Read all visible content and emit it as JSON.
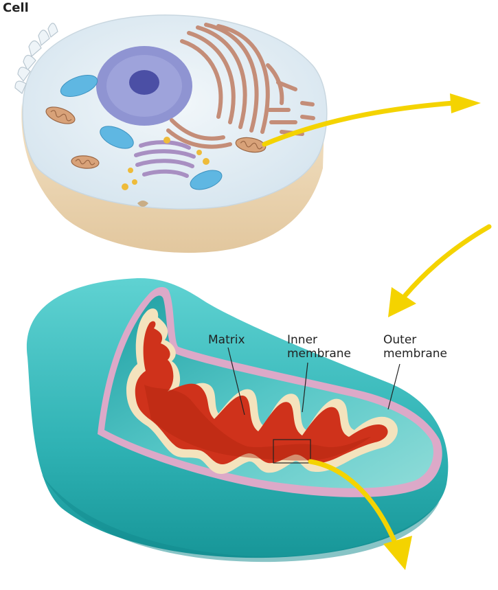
{
  "title": "Cell",
  "labels": {
    "matrix": "Matrix",
    "inner_membrane": "Inner\nmembrane",
    "outer_membrane": "Outer\nmembrane"
  },
  "colors": {
    "cell_top": "#e3eef5",
    "cell_side": "#ecd6b4",
    "nucleus": "#8e92cf",
    "nucleolus": "#4a4fa3",
    "er": "#c48d78",
    "golgi": "#a88fc2",
    "vesicle": "#eebb3a",
    "lysosome": "#5fb7e2",
    "mitochondrion_outer": "#36b7b8",
    "intermembrane": "#d9a9c6",
    "crista_border": "#f4e3bd",
    "matrix": "#cf321b",
    "arrow": "#f5d60a"
  }
}
